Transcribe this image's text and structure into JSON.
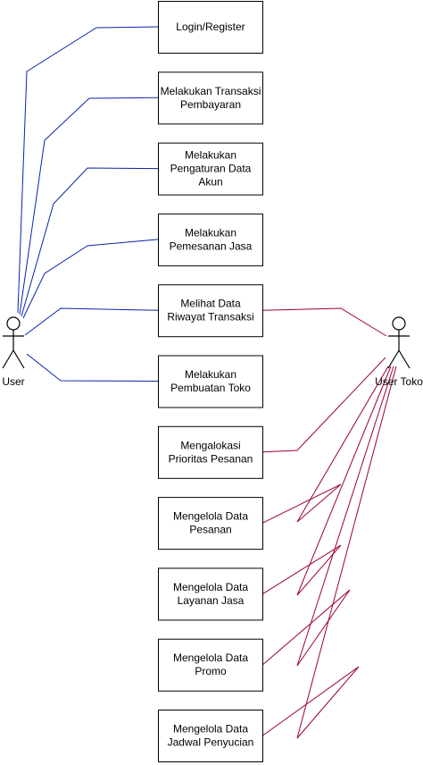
{
  "actors": {
    "user": {
      "label": "User"
    },
    "user_toko": {
      "label": "User Toko"
    }
  },
  "use_cases": [
    {
      "id": "login",
      "lines": [
        "Login/Register"
      ]
    },
    {
      "id": "transaksi",
      "lines": [
        "Melakukan Transaksi",
        "Pembayaran"
      ]
    },
    {
      "id": "pengaturan",
      "lines": [
        "Melakukan",
        "Pengaturan Data",
        "Akun"
      ]
    },
    {
      "id": "pemesanan",
      "lines": [
        "Melakukan",
        "Pemesanan Jasa"
      ]
    },
    {
      "id": "riwayat",
      "lines": [
        "Melihat Data",
        "Riwayat Transaksi"
      ]
    },
    {
      "id": "pembuatan",
      "lines": [
        "Melakukan",
        "Pembuatan Toko"
      ]
    },
    {
      "id": "prioritas",
      "lines": [
        "Mengalokasi",
        "Prioritas Pesanan"
      ]
    },
    {
      "id": "pesanan",
      "lines": [
        "Mengelola Data",
        "Pesanan"
      ]
    },
    {
      "id": "layanan",
      "lines": [
        "Mengelola Data",
        "Layanan Jasa"
      ]
    },
    {
      "id": "promo",
      "lines": [
        "Mengelola Data",
        "Promo"
      ]
    },
    {
      "id": "jadwal",
      "lines": [
        "Mengelola Data",
        "Jadwal Penyucian"
      ]
    }
  ],
  "associations": {
    "user": [
      "login",
      "transaksi",
      "pengaturan",
      "pemesanan",
      "riwayat",
      "pembuatan"
    ],
    "user_toko": [
      "riwayat",
      "prioritas",
      "pesanan",
      "layanan",
      "promo",
      "jadwal"
    ]
  },
  "colors": {
    "user_link": "#0b24a8",
    "toko_link": "#990033",
    "stroke": "#000000"
  }
}
